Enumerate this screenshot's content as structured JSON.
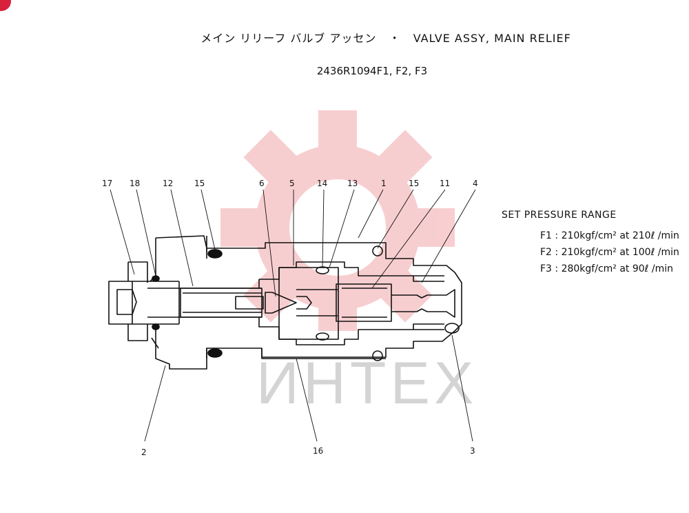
{
  "header": {
    "title_jp": "メイン リリーフ バルブ アッセン",
    "title_sep": "・",
    "title_en": "VALVE ASSY, MAIN RELIEF",
    "part_numbers": "2436R1094F1, F2, F3"
  },
  "spec": {
    "heading": "SET PRESSURE RANGE",
    "rows": [
      "F1 : 210kgf/cm² at 210ℓ /min",
      "F2 : 210kgf/cm² at 100ℓ /min",
      "F3 : 280kgf/cm² at  90ℓ /min"
    ]
  },
  "watermark": {
    "text": "ИНТЕX",
    "color": "#f7c9cc"
  },
  "part_labels": [
    "17",
    "18",
    "12",
    "15",
    "6",
    "5",
    "14",
    "13",
    "1",
    "15",
    "11",
    "4",
    "2",
    "16",
    "3"
  ]
}
